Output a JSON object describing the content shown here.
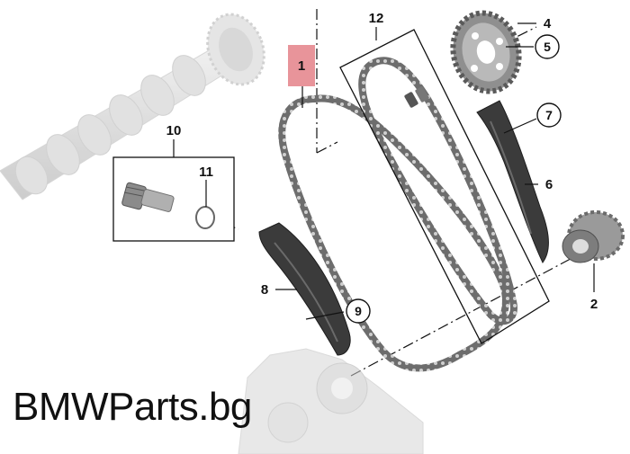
{
  "diagram": {
    "labels": {
      "p1": "1",
      "p2": "2",
      "p4": "4",
      "p5": "5",
      "p6": "6",
      "p7": "7",
      "p8": "8",
      "p9": "9",
      "p10": "10",
      "p11": "11",
      "p12": "12"
    },
    "highlight_color": "#e8949a",
    "watermark": "BMWParts.bg"
  }
}
